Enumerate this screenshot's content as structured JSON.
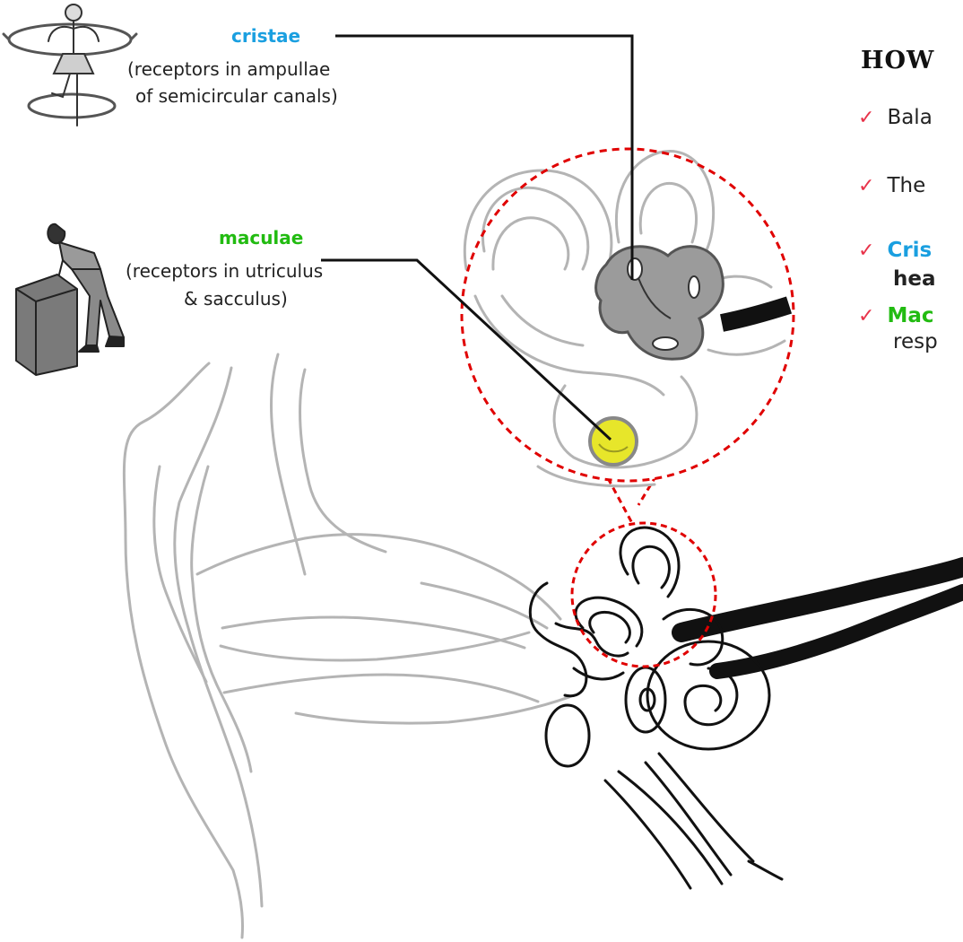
{
  "colors": {
    "cristae": "#1a9fe0",
    "maculae": "#22bb11",
    "check": "#e8334a",
    "zoom_circle": "#e00000",
    "macula_fill": "#e7e62a",
    "crista_fill": "#9b9b9b",
    "ear_outline": "#b4b4b4"
  },
  "labels": {
    "cristae": {
      "term": "cristae",
      "line1": "(receptors in ampullae",
      "line2": "of semicircular canals)"
    },
    "maculae": {
      "term": "maculae",
      "line1": "(receptors in utriculus",
      "line2": "& sacculus)"
    }
  },
  "panel": {
    "heading": "HOW",
    "bullets": [
      {
        "check": "✓",
        "text": "Bala",
        "text2": ""
      },
      {
        "check": "✓",
        "text": "The",
        "text2": ""
      },
      {
        "check": "✓",
        "text": "Cris",
        "text2": "hea"
      },
      {
        "check": "✓",
        "text": "Mac",
        "text2": "resp"
      }
    ]
  },
  "icons": {
    "dancer": "spinning-ballerina-icon",
    "lifter": "man-lifting-box-icon"
  }
}
